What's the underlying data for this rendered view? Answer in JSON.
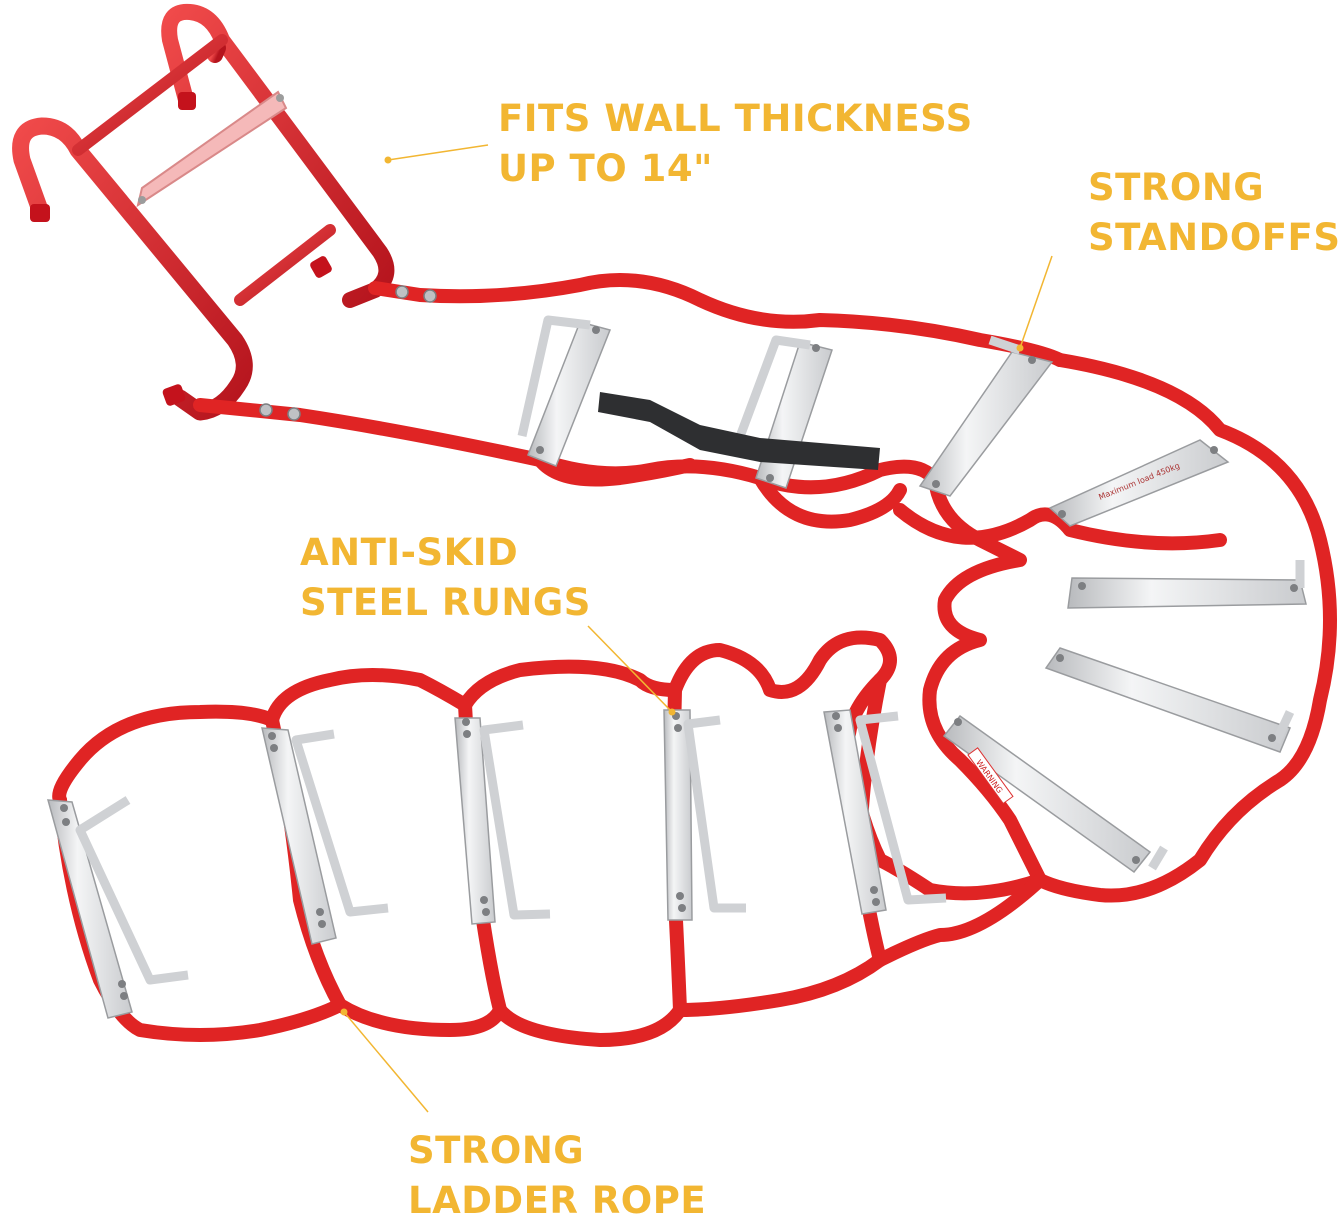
{
  "callouts": {
    "wall_thickness": {
      "line1": "FITS WALL THICKNESS",
      "line2": "UP TO 14\""
    },
    "standoffs": {
      "line1": "STRONG",
      "line2": "STANDOFFS"
    },
    "rungs": {
      "line1": "ANTI-SKID",
      "line2": "STEEL RUNGS"
    },
    "rope": {
      "line1": "STRONG",
      "line2": "LADDER ROPE"
    }
  },
  "rung_labels": {
    "warning": "WARNING",
    "max_load": "Maximum load 450kg"
  },
  "colors": {
    "callout_text": "#f2b632",
    "strap_red": "#e02424",
    "hook_red": "#d8202a",
    "rung_silver": "#dedfe2",
    "background": "#ffffff"
  }
}
